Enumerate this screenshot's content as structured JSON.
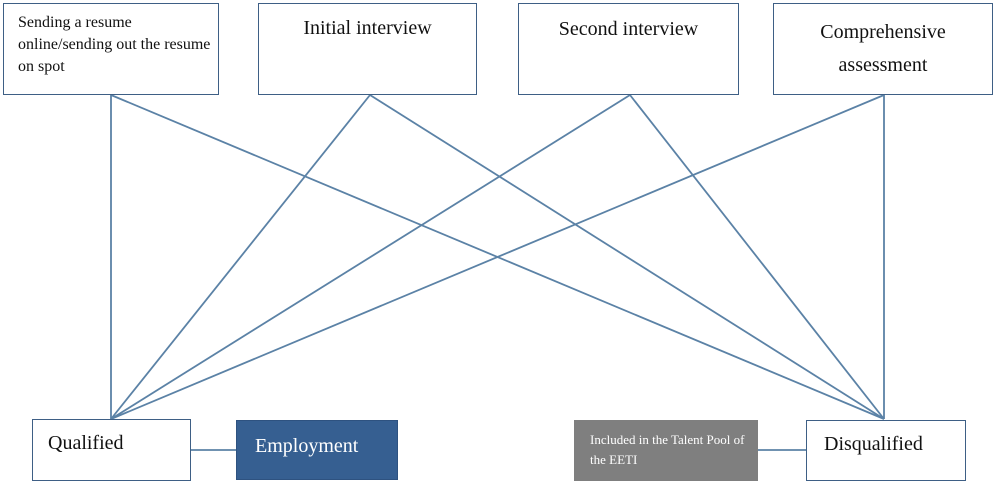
{
  "diagram": {
    "stages": {
      "resume": "Sending a resume online/sending out the resume on spot",
      "initial": "Initial interview",
      "second": "Second interview",
      "assessment": "Comprehensive assessment"
    },
    "outcomes": {
      "qualified": "Qualified",
      "disqualified": "Disqualified"
    },
    "results": {
      "employment": "Employment",
      "talent_pool": "Included in the Talent Pool of the EETI"
    },
    "colors": {
      "line": "#5b82a6",
      "box_border": "#3e5f85",
      "employment_fill": "#365f91",
      "talent_pool_fill": "#7f7f7f"
    }
  }
}
